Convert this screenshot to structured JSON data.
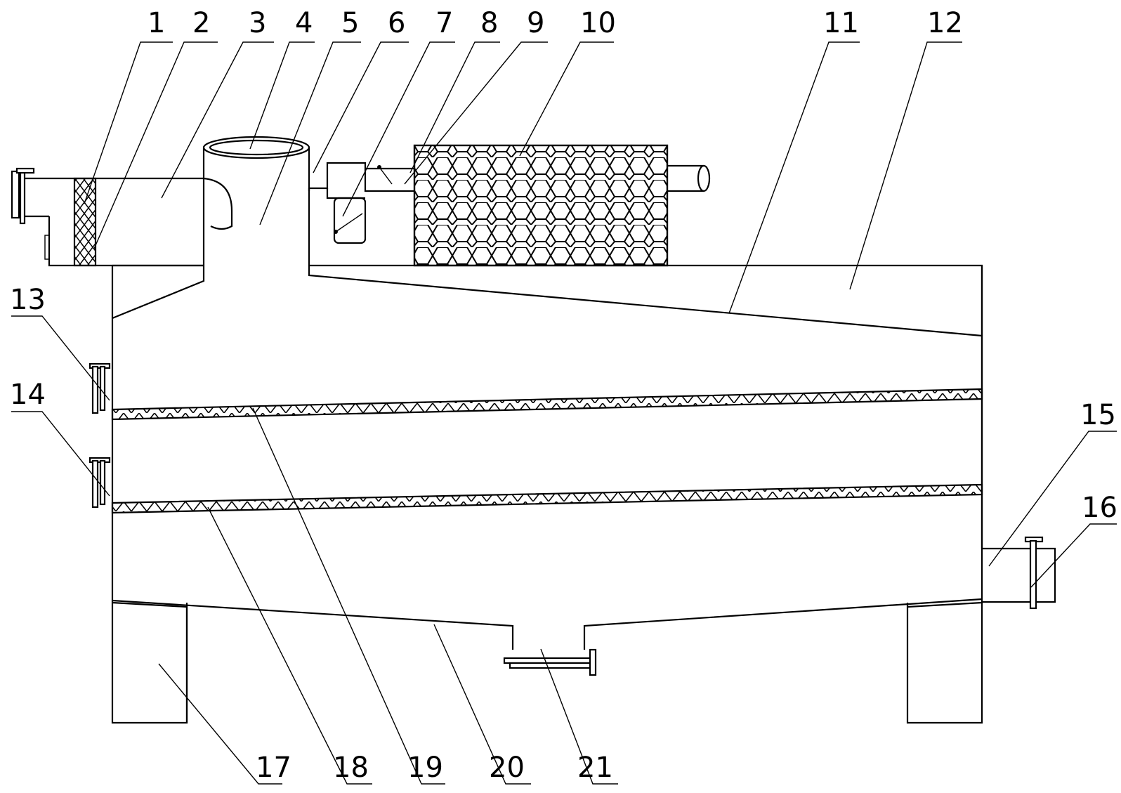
{
  "labels": {
    "l1": "1",
    "l2": "2",
    "l3": "3",
    "l4": "4",
    "l5": "5",
    "l6": "6",
    "l7": "7",
    "l8": "8",
    "l9": "9",
    "l10": "10",
    "l11": "11",
    "l12": "12",
    "l13": "13",
    "l14": "14",
    "l15": "15",
    "l16": "16",
    "l17": "17",
    "l18": "18",
    "l19": "19",
    "l20": "20",
    "l21": "21"
  }
}
